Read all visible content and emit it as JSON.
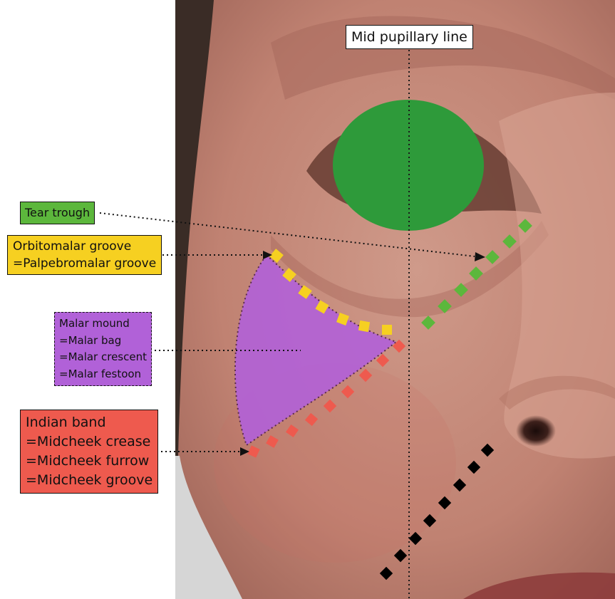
{
  "title": "Mid pupillary line",
  "colors": {
    "tear_trough": "#5cb73c",
    "orbitomalar": "#f6d021",
    "malar_mound": "#b161d8",
    "indian_band": "#ee5a4e",
    "pupil": "#2e9a3a",
    "nasolabial": "#000000",
    "skin": "#c48a7a"
  },
  "labels": {
    "tear_trough": {
      "lines": [
        "Tear trough"
      ]
    },
    "orbitomalar": {
      "lines": [
        "Orbitomalar groove",
        "=Palpebromalar groove"
      ]
    },
    "malar_mound": {
      "lines": [
        "Malar mound",
        "=Malar bag",
        "=Malar crescent",
        "=Malar festoon"
      ]
    },
    "indian_band": {
      "lines": [
        "Indian band",
        "=Midcheek crease",
        "=Midcheek furrow",
        "=Midcheek groove"
      ]
    }
  },
  "icons": {
    "photo": "face-photo-icon",
    "pupil": "pupil-marker-icon"
  }
}
